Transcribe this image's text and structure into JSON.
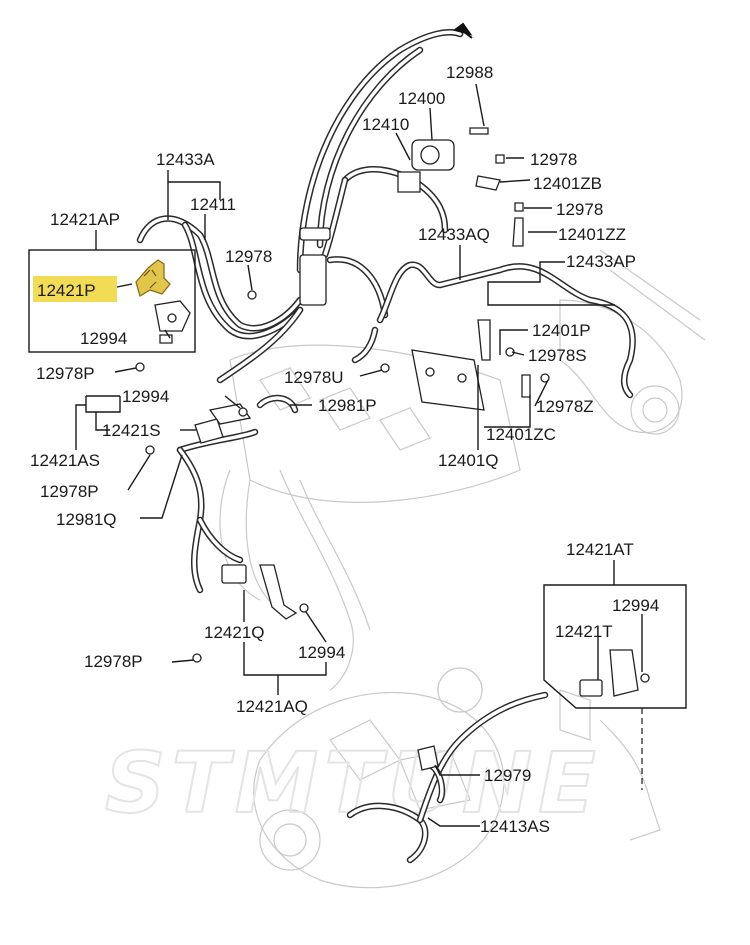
{
  "watermark": "STMTUNE",
  "highlighted_part": "12421P",
  "highlight_color": "#f3dc55",
  "arrow_icon": "flow-arrow-icon",
  "labels": {
    "p12988": "12988",
    "p12400": "12400",
    "p12410": "12410",
    "p12978_a": "12978",
    "p12401ZB": "12401ZB",
    "p12978_b": "12978",
    "p12401ZZ": "12401ZZ",
    "p12433AQ": "12433AQ",
    "p12433AP": "12433AP",
    "p12433A": "12433A",
    "p12411": "12411",
    "p12421AP": "12421AP",
    "p12978_c": "12978",
    "p12421P": "12421P",
    "p12994_a": "12994",
    "p12978P_a": "12978P",
    "p12401P": "12401P",
    "p12978S": "12978S",
    "p12978U": "12978U",
    "p12994_b": "12994",
    "p12981P": "12981P",
    "p12978Z": "12978Z",
    "p12421S": "12421S",
    "p12401ZC": "12401ZC",
    "p12421AS": "12421AS",
    "p12401Q": "12401Q",
    "p12978P_b": "12978P",
    "p12981Q": "12981Q",
    "p12421AT": "12421AT",
    "p12994_c": "12994",
    "p12421T": "12421T",
    "p12421Q": "12421Q",
    "p12994_d": "12994",
    "p12978P_c": "12978P",
    "p12421AQ": "12421AQ",
    "p12979": "12979",
    "p12413AS": "12413AS"
  }
}
